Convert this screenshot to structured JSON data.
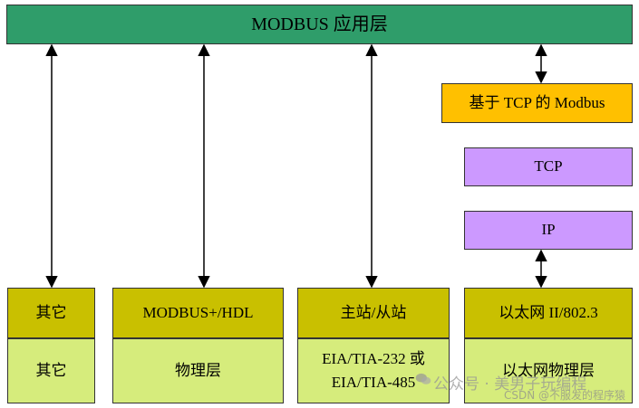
{
  "colors": {
    "top_bar": "#2f9d6a",
    "modbus_tcp": "#ffc000",
    "tcp_ip": "#cc99ff",
    "protocol_row": "#c9c000",
    "physical_row": "#d6ec7c"
  },
  "top_bar": {
    "label": "MODBUS 应用层"
  },
  "modbus_tcp": {
    "label": "基于 TCP 的 Modbus"
  },
  "tcp": {
    "label": "TCP"
  },
  "ip": {
    "label": "IP"
  },
  "columns": [
    {
      "protocol": "其它",
      "physical": "其它"
    },
    {
      "protocol": "MODBUS+/HDL",
      "physical": "物理层"
    },
    {
      "protocol": "主站/从站",
      "physical": "EIA/TIA-232 或\nEIA/TIA-485"
    },
    {
      "protocol": "以太网 II/802.3",
      "physical": "以太网物理层"
    }
  ],
  "watermark": {
    "line1": "公众号 · 美男子玩编程",
    "line2": "CSDN @不服发的程序猿"
  },
  "icons": {
    "watermark": "wechat-icon"
  }
}
